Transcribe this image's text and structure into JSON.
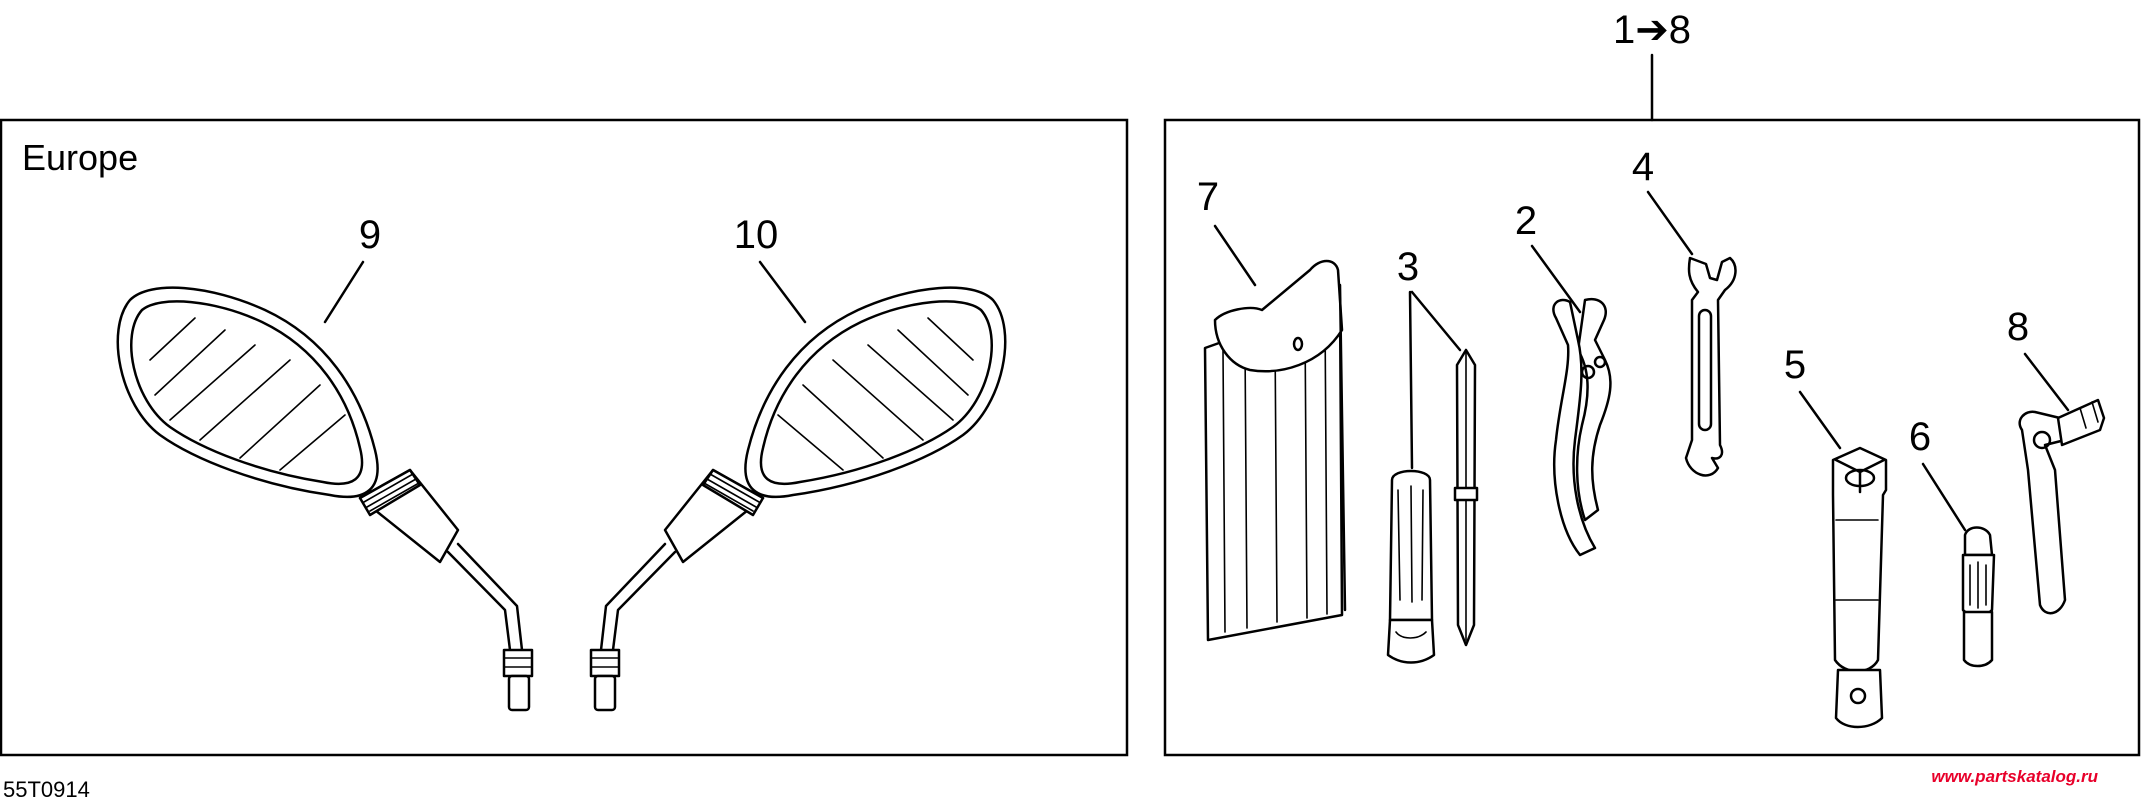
{
  "diagram": {
    "group_label": "1➔8",
    "region_label": "Europe",
    "image_code": "55T0914",
    "watermark": "www.partskatalog.ru",
    "callouts": {
      "c1": "1",
      "c2": "2",
      "c3": "3",
      "c4": "4",
      "c5": "5",
      "c6": "6",
      "c7": "7",
      "c8": "8",
      "c9": "9",
      "c10": "10"
    },
    "parts": [
      {
        "id": "2",
        "icon": "pliers-icon"
      },
      {
        "id": "3",
        "icon": "screwdriver-icon"
      },
      {
        "id": "4",
        "icon": "open-end-wrench-icon"
      },
      {
        "id": "5",
        "icon": "spark-plug-socket-icon"
      },
      {
        "id": "6",
        "icon": "small-socket-icon"
      },
      {
        "id": "7",
        "icon": "tool-pouch-icon"
      },
      {
        "id": "8",
        "icon": "socket-handle-icon"
      },
      {
        "id": "9",
        "icon": "left-mirror-icon"
      },
      {
        "id": "10",
        "icon": "right-mirror-icon"
      }
    ],
    "colors": {
      "lines": "#000000",
      "background": "#ffffff",
      "watermark": "#e8002a"
    }
  }
}
